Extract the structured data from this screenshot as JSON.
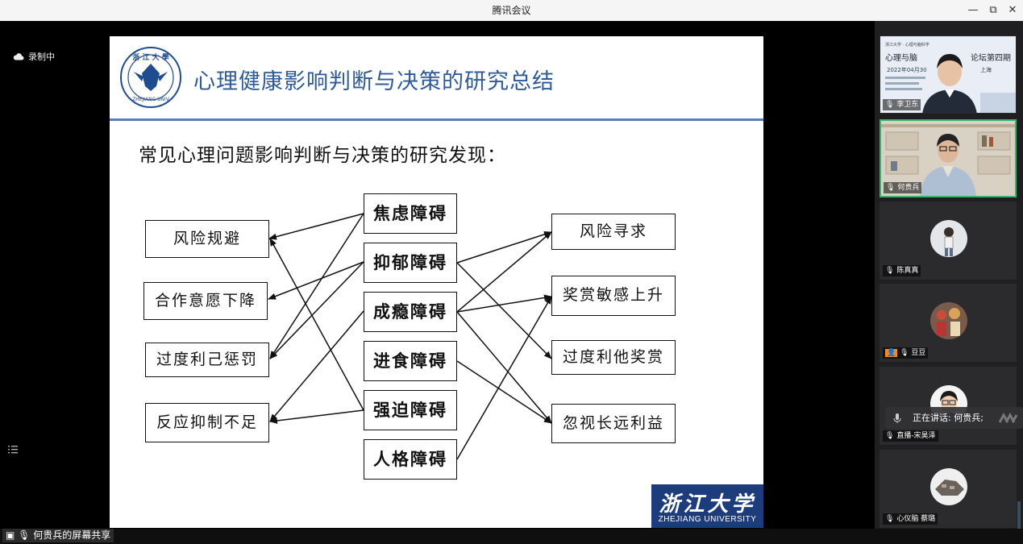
{
  "window": {
    "title": "腾讯会议",
    "minimize_icon": "—",
    "restore_icon": "⧉",
    "close_icon": "✕"
  },
  "recording": {
    "label": "录制中"
  },
  "slide": {
    "title": "心理健康影响判断与决策的研究总结",
    "subtitle": "常见心理问题影响判断与决策的研究发现：",
    "left_boxes": [
      "风险规避",
      "合作意愿下降",
      "过度利己惩罚",
      "反应抑制不足"
    ],
    "middle_boxes": [
      "焦虑障碍",
      "抑郁障碍",
      "成瘾障碍",
      "进食障碍",
      "强迫障碍",
      "人格障碍"
    ],
    "right_boxes": [
      "风险寻求",
      "奖赏敏感上升",
      "过度利他奖赏",
      "忽视长远利益"
    ],
    "university_logo": {
      "cn": "浙江大学",
      "en": "ZHEJIANG UNIVERSITY"
    }
  },
  "screen_share": {
    "label": "何贵兵的屏幕共享"
  },
  "participants": [
    {
      "name": "李卫东",
      "has_video": true
    },
    {
      "name": "何贵兵",
      "has_video": true,
      "active": true
    },
    {
      "name": "陈真真",
      "has_video": false
    },
    {
      "name": "豆豆",
      "has_video": false
    },
    {
      "name": "直播-宋昊泽",
      "has_video": false
    },
    {
      "name": "心仪脑 蔡璐",
      "has_video": false
    }
  ],
  "speaking_indicator": {
    "text": "正在讲话: 何贵兵;"
  },
  "colors": {
    "accent_green": "#3bb36a",
    "slide_title_blue": "#2f5a9a",
    "zju_blue": "#1c3c7c"
  }
}
